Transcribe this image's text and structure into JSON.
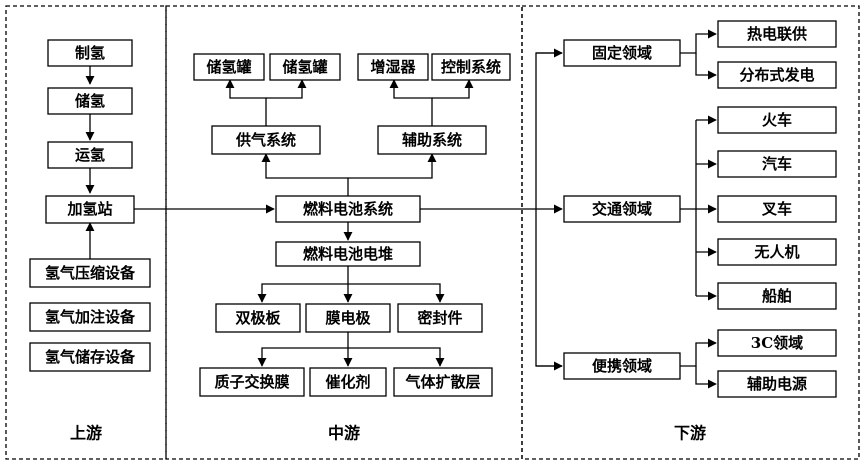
{
  "sections": {
    "upstream": "上游",
    "midstream": "中游",
    "downstream": "下游"
  },
  "upstream": {
    "production": "制氢",
    "storage": "储氢",
    "transport": "运氢",
    "station": "加氢站",
    "equipment": [
      "氢气压缩设备",
      "氢气加注设备",
      "氢气储存设备"
    ]
  },
  "midstream": {
    "tank_1": "储氢罐",
    "tank_2": "储氢罐",
    "humidifier": "增湿器",
    "control": "控制系统",
    "gas_supply": "供气系统",
    "auxiliary": "辅助系统",
    "fc_system": "燃料电池系统",
    "fc_stack": "燃料电池电堆",
    "bipolar": "双极板",
    "mea": "膜电极",
    "seal": "密封件",
    "pem": "质子交换膜",
    "catalyst": "催化剂",
    "gdl": "气体扩散层"
  },
  "downstream": {
    "stationary": "固定领域",
    "transportation": "交通领域",
    "portable": "便携领域",
    "stationary_items": [
      "热电联供",
      "分布式发电"
    ],
    "transport_items": [
      "火车",
      "汽车",
      "叉车",
      "无人机",
      "船舶"
    ],
    "portable_items": [
      "3C领域",
      "辅助电源"
    ]
  }
}
